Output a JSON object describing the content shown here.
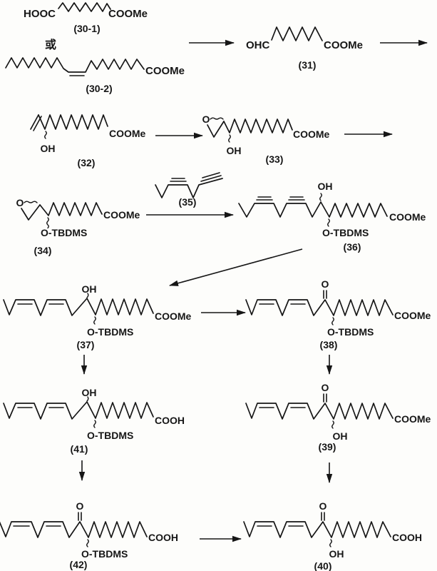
{
  "figure": {
    "kind": "chemical-reaction-scheme",
    "ink_color": "#161616",
    "background": "#fdfdfb"
  },
  "or_text": "或",
  "compounds": {
    "c30_1": {
      "num": "(30-1)",
      "left_group": "HOOC",
      "right_group": "COOMe"
    },
    "c30_2": {
      "num": "(30-2)",
      "right_group": "COOMe"
    },
    "c31": {
      "num": "(31)",
      "left_group": "OHC",
      "right_group": "COOMe"
    },
    "c32": {
      "num": "(32)",
      "hydroxyl": "OH",
      "right_group": "COOMe"
    },
    "c33": {
      "num": "(33)",
      "epoxide_o": "O",
      "hydroxyl": "OH",
      "right_group": "COOMe"
    },
    "c34": {
      "num": "(34)",
      "epoxide_o": "O",
      "silyl": "O-TBDMS",
      "right_group": "COOMe"
    },
    "c35": {
      "num": "(35)"
    },
    "c36": {
      "num": "(36)",
      "hydroxyl": "OH",
      "silyl": "O-TBDMS",
      "right_group": "COOMe"
    },
    "c37": {
      "num": "(37)",
      "hydroxyl": "OH",
      "silyl": "O-TBDMS",
      "right_group": "COOMe"
    },
    "c38": {
      "num": "(38)",
      "ketone_o": "O",
      "silyl": "O-TBDMS",
      "right_group": "COOMe"
    },
    "c39": {
      "num": "(39)",
      "ketone_o": "O",
      "hydroxyl": "OH",
      "right_group": "COOMe"
    },
    "c40": {
      "num": "(40)",
      "ketone_o": "O",
      "hydroxyl": "OH",
      "right_group": "COOH"
    },
    "c41": {
      "num": "(41)",
      "hydroxyl": "OH",
      "silyl": "O-TBDMS",
      "right_group": "COOH"
    },
    "c42": {
      "num": "(42)",
      "ketone_o": "O",
      "silyl": "O-TBDMS",
      "right_group": "COOH"
    }
  }
}
